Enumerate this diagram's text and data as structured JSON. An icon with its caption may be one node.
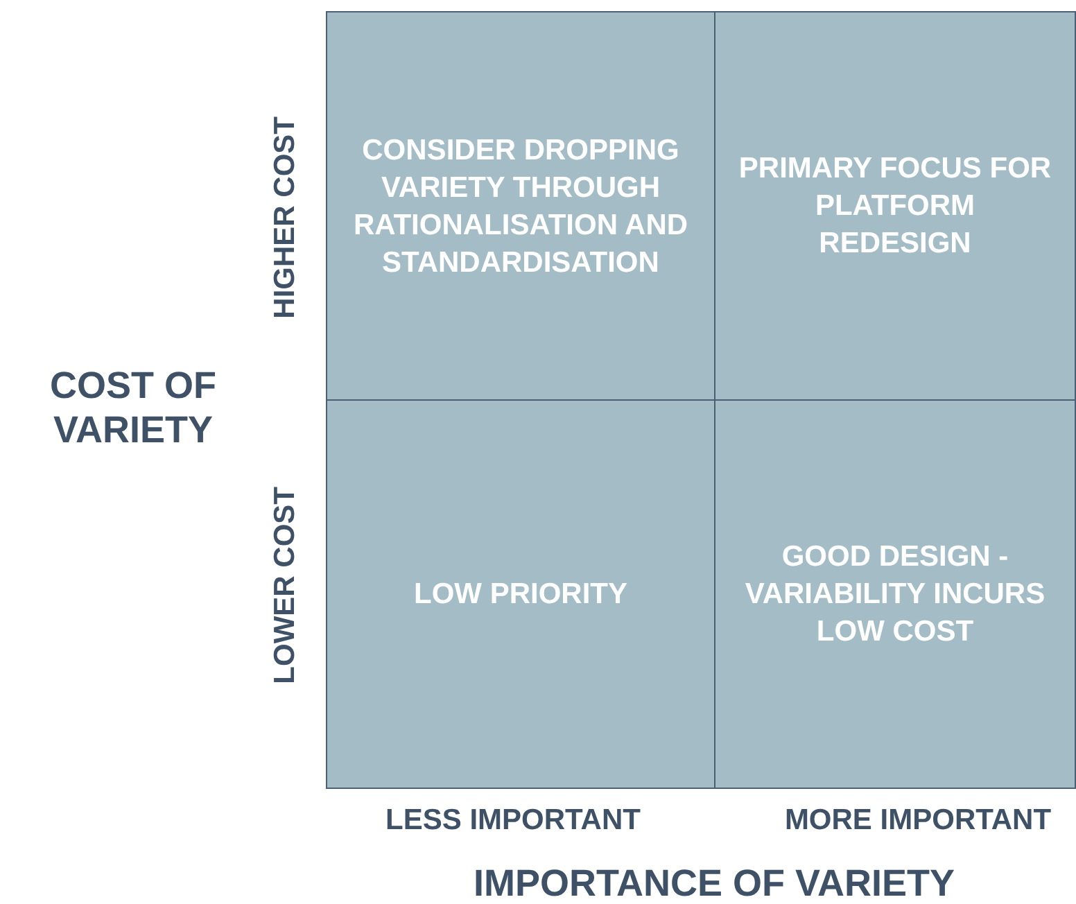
{
  "diagram": {
    "nodes": [
      {
        "text": [
          "CONSIDER DROPPING VARIETY THROUGH RATIONALISATION AND STANDARDISATION"
        ]
      },
      {
        "text": [
          "PRIMARY FOCUS FOR PLATFORM REDESIGN"
        ]
      },
      {
        "text": [
          "LOW PRIORITY"
        ]
      },
      {
        "text": [
          "GOOD DESIGN - VARIABILITY INCURS LOW COST"
        ]
      }
    ],
    "labels": [
      "HIGHER COST",
      "COST OF VARIETY",
      "LOWER COST",
      "LESS IMPORTANT",
      "MORE IMPORTANT",
      "IMPORTANCE OF VARIETY"
    ]
  }
}
